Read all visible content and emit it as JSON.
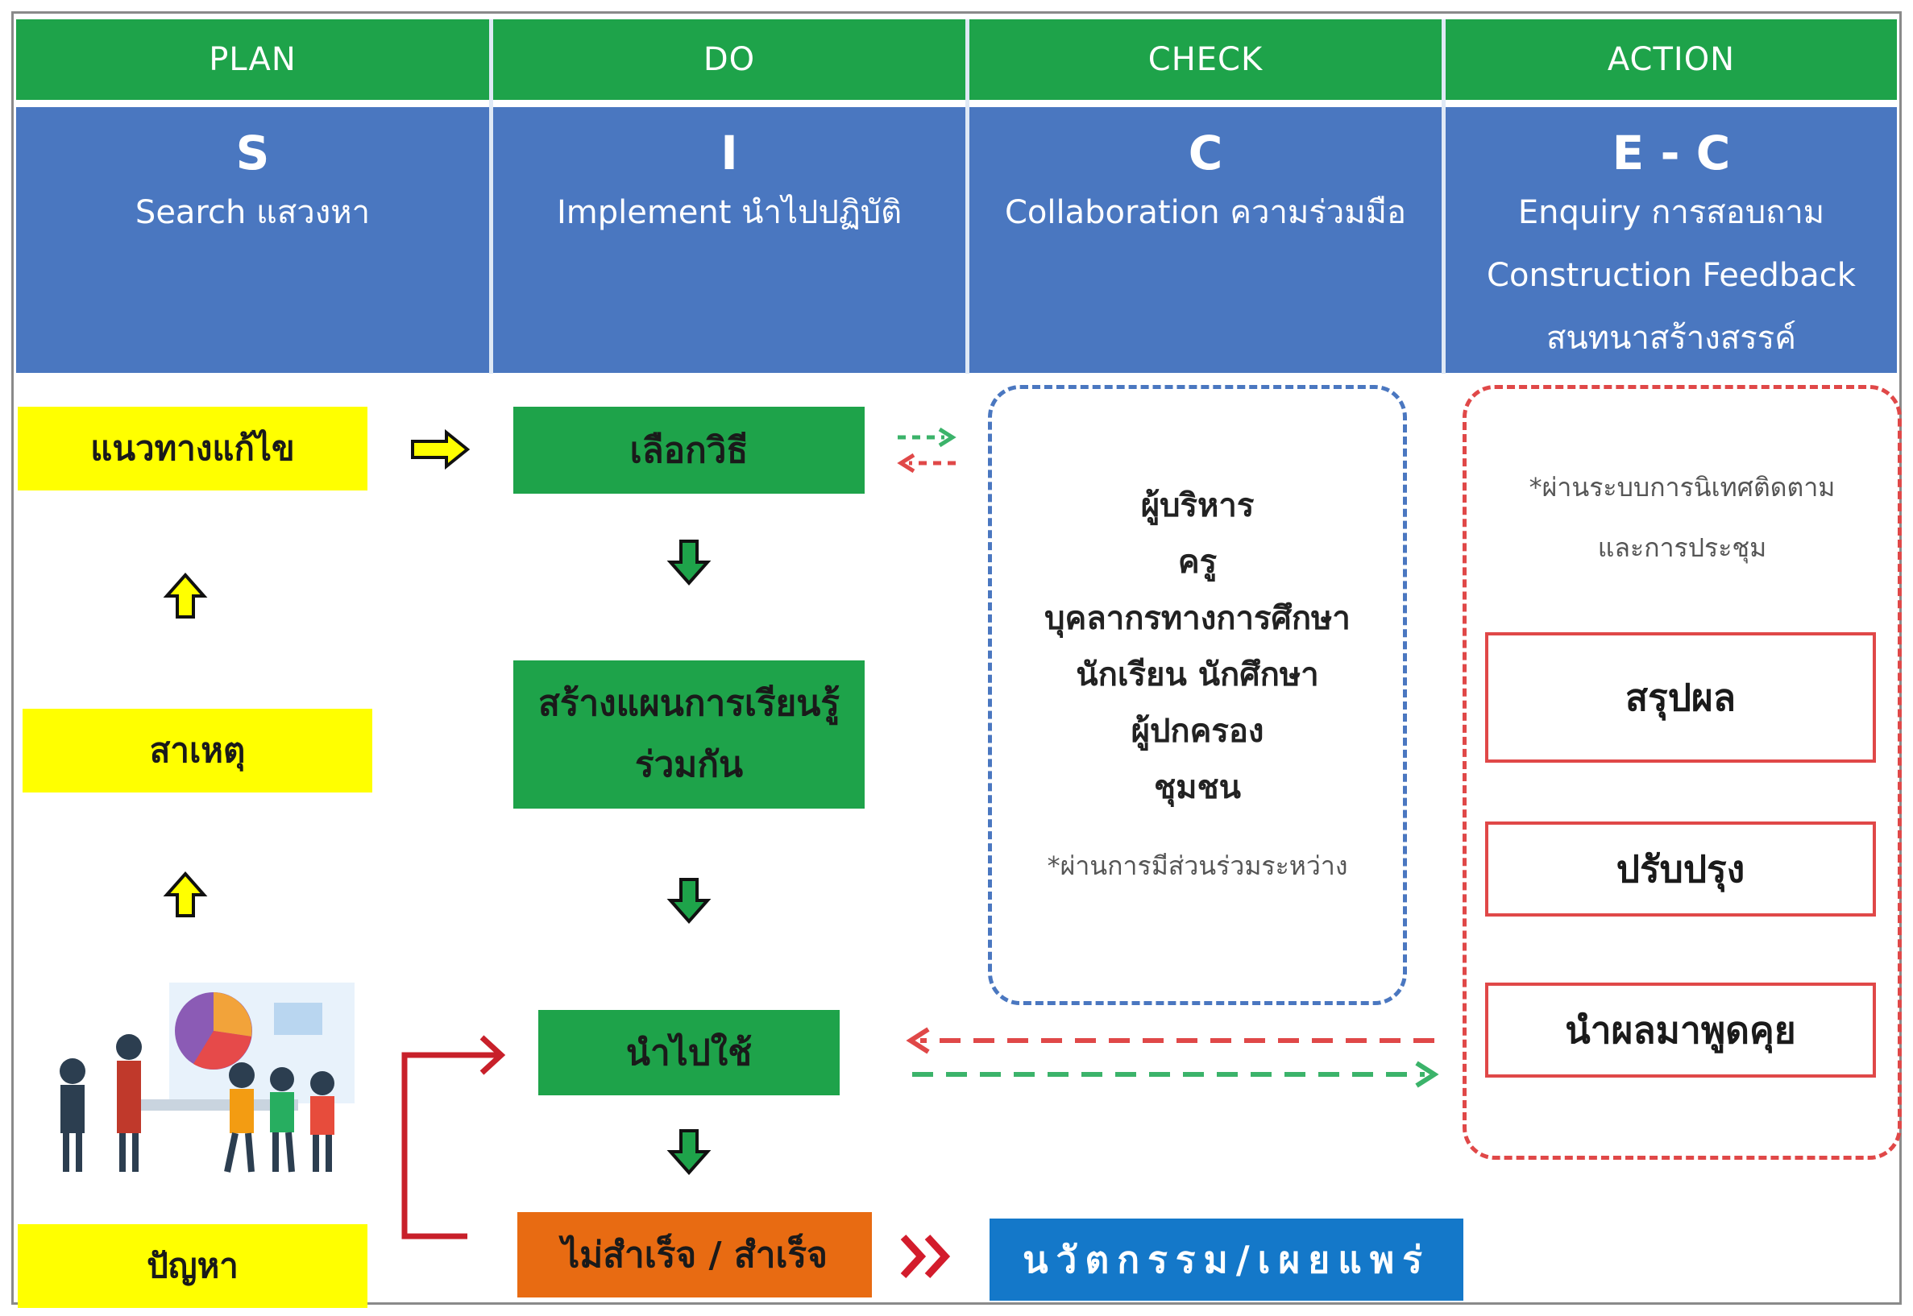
{
  "phases": {
    "plan": "PLAN",
    "do": "DO",
    "check": "CHECK",
    "action": "ACTION"
  },
  "columns": {
    "s": {
      "letter": "S",
      "text": "Search  แสวงหา"
    },
    "i": {
      "letter": "I",
      "text": "Implement  นำไปปฏิบัติ"
    },
    "c": {
      "letter": "C",
      "text": "Collaboration ความร่วมมือ"
    },
    "ec": {
      "letter": "E - C",
      "line1": "Enquiry การสอบถาม",
      "line2": "Construction Feedback",
      "line3": "สนทนาสร้างสรรค์"
    }
  },
  "plan_boxes": {
    "solution": "แนวทางแก้ไข",
    "cause": "สาเหตุ",
    "problem": "ปัญหา"
  },
  "do_boxes": {
    "choose": "เลือกวิธี",
    "plan_line1": "สร้างแผนการเรียนรู้",
    "plan_line2": "ร่วมกัน",
    "apply": "นำไปใช้",
    "result": "ไม่สำเร็จ / สำเร็จ"
  },
  "innovation": "นวัตกรรม/เผยแพร่",
  "check": {
    "stakeholders": [
      "ผู้บริหาร",
      "ครู",
      "บุคลากรทางการศึกษา",
      "นักเรียน นักศึกษา",
      "ผู้ปกครอง",
      "ชุมชน"
    ],
    "note": "*ผ่านการมีส่วนร่วมระหว่าง"
  },
  "action": {
    "note_line1": "*ผ่านระบบการนิเทศติดตาม",
    "note_line2": "และการประชุม",
    "items": [
      "สรุปผล",
      "ปรับปรุง",
      "นำผลมาพูดคุย"
    ]
  },
  "colors": {
    "green": "#1ea34a",
    "blue": "#4a77c0",
    "yellow": "#ffff00",
    "orange": "#e86b12",
    "red": "#e04848",
    "innovation_blue": "#1478c9"
  }
}
